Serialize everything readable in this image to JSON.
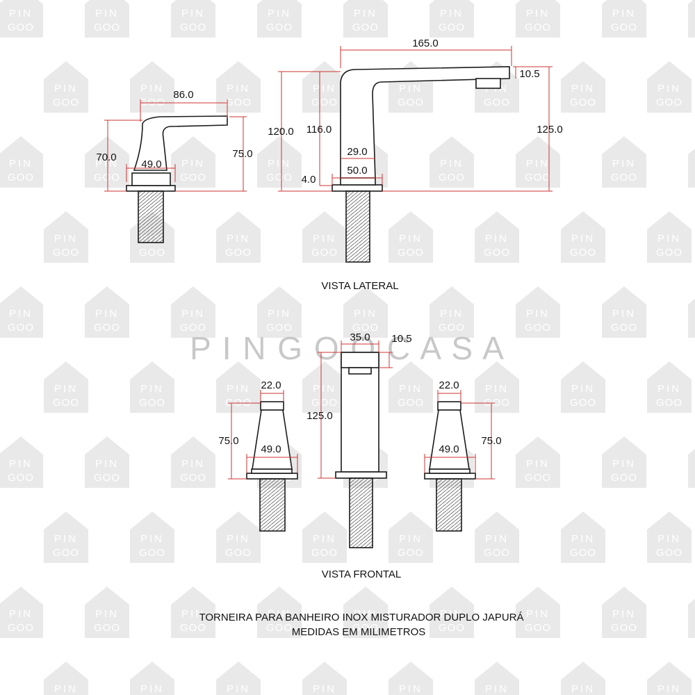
{
  "watermark": {
    "big_text": "P I N G O O   C A S A",
    "tile_line1": "PIN",
    "tile_line2": "GOO",
    "tile_color": "#e9e9e9",
    "text_color": "#c8c8c8"
  },
  "colors": {
    "line": "#1a1a1a",
    "dimension": "#cc3333",
    "text": "#111111"
  },
  "side_view": {
    "title": "VISTA LATERAL",
    "handle": {
      "width": "86.0",
      "base_width": "49.0",
      "height_left": "70.0",
      "height_right": "75.0"
    },
    "spout": {
      "reach": "165.0",
      "outlet_height": "10.5",
      "total_height": "120.0",
      "body_height": "116.0",
      "base_thickness": "4.0",
      "neck_width": "29.0",
      "base_width": "50.0",
      "height_right": "125.0"
    }
  },
  "front_view": {
    "title": "VISTA FRONTAL",
    "left_handle": {
      "top_width": "22.0",
      "base_width": "49.0",
      "height": "75.0"
    },
    "spout": {
      "width": "35.0",
      "outlet": "10.5",
      "height": "125.0"
    },
    "right_handle": {
      "top_width": "22.0",
      "base_width": "49.0",
      "height": "75.0"
    }
  },
  "caption": {
    "line1": "TORNEIRA PARA BANHEIRO INOX MISTURADOR DUPLO JAPURÁ",
    "line2": "MEDIDAS EM MILIMETROS"
  }
}
